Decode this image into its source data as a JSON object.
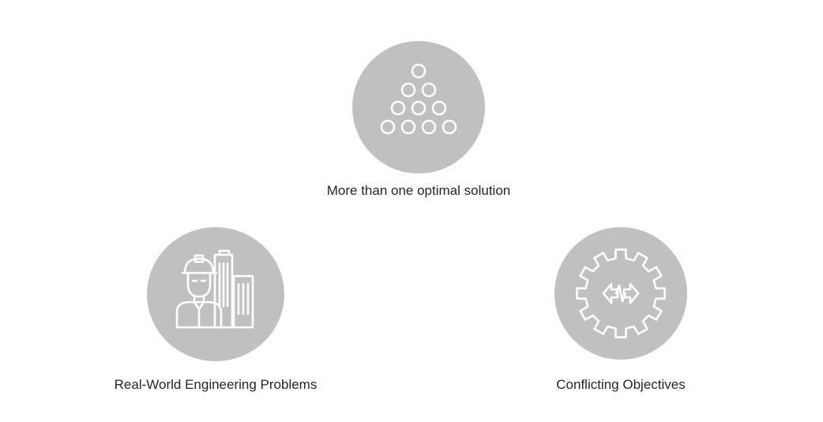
{
  "nodes": [
    {
      "label": "More than one optimal solution",
      "icon": "circle-pyramid-icon"
    },
    {
      "label": "Real-World Engineering Problems",
      "icon": "engineer-buildings-icon"
    },
    {
      "label": "Conflicting Objectives",
      "icon": "gear-conflict-arrows-icon"
    }
  ],
  "colors": {
    "circle_fill": "#c0c0c0",
    "icon_stroke": "#ffffff",
    "label_text": "#262626",
    "background": "#ffffff"
  }
}
